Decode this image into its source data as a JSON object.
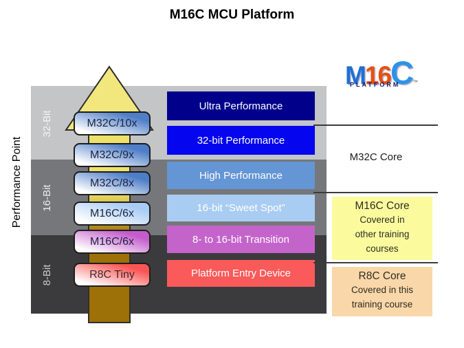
{
  "title": "M16C MCU Platform",
  "y_axis_label": "Performance Point",
  "bands": [
    {
      "label": "32-Bit",
      "color": "#C4C5C7",
      "label_color": "#F4F4F4"
    },
    {
      "label": "16-Bit",
      "color": "#76777A",
      "label_color": "#EDEDED"
    },
    {
      "label": "8-Bit",
      "color": "#3B3B3D",
      "label_color": "#C9C9C9"
    }
  ],
  "chips": [
    {
      "label": "M32C/10x",
      "color": "#4E7EC8"
    },
    {
      "label": "M32C/9x",
      "color": "#4E7EC8"
    },
    {
      "label": "M32C/8x",
      "color": "#4E7EC8"
    },
    {
      "label": "M16C/6x",
      "color": "#A9CCF4"
    },
    {
      "label": "M16C/6x",
      "color": "#C45CCC"
    },
    {
      "label": "R8C Tiny",
      "color": "#FA5454",
      "text_color": "#46282a"
    }
  ],
  "bars": [
    {
      "label": "Ultra Performance",
      "color": "#00008B"
    },
    {
      "label": "32-bit Performance",
      "color": "#0505F0"
    },
    {
      "label": "High Performance",
      "color": "#6495D4"
    },
    {
      "label": "16-bit “Sweet Spot”",
      "color": "#A9CCF2"
    },
    {
      "label": "8- to 16-bit Transition",
      "color": "#C464CB"
    },
    {
      "label": "Platform Entry Device",
      "color": "#FA5A5A"
    }
  ],
  "arrow": {
    "head_fill": "#F2E77C",
    "shaft_top": "#EDE16A",
    "shaft_bottom": "#9E7008"
  },
  "logo": {
    "part_m": "M",
    "part_16": "16",
    "part_c": "C",
    "subtitle": "PLATFORM",
    "trademark": "™"
  },
  "right_column": {
    "m32c_label": "M32C Core",
    "m16c_box": {
      "bg": "#FBFB9E",
      "title": "M16C Core",
      "line1": "Covered in",
      "line2": "other training",
      "line3": "courses"
    },
    "r8c_box": {
      "bg": "#F9D7A9",
      "title": "R8C Core",
      "line1": "Covered in this",
      "line2": "training course"
    }
  }
}
